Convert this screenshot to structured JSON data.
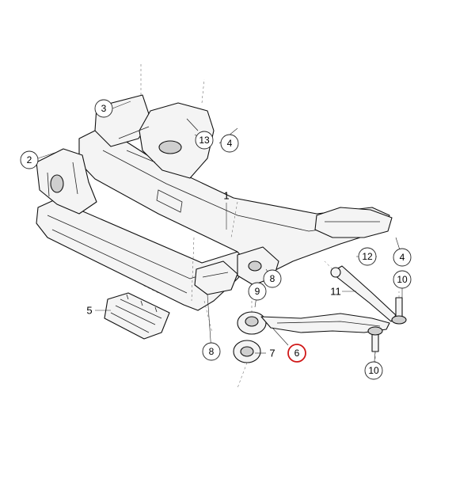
{
  "diagram": {
    "callouts": [
      {
        "id": "c3",
        "label": "3"
      },
      {
        "id": "c13",
        "label": "13"
      },
      {
        "id": "c4a",
        "label": "4"
      },
      {
        "id": "c2",
        "label": "2"
      },
      {
        "id": "c1",
        "label": "1"
      },
      {
        "id": "c12",
        "label": "12"
      },
      {
        "id": "c4b",
        "label": "4"
      },
      {
        "id": "c10a",
        "label": "10"
      },
      {
        "id": "c9",
        "label": "9"
      },
      {
        "id": "c8a",
        "label": "8"
      },
      {
        "id": "c11",
        "label": "11"
      },
      {
        "id": "c5",
        "label": "5"
      },
      {
        "id": "c7",
        "label": "7"
      },
      {
        "id": "c6",
        "label": "6",
        "highlight": true
      },
      {
        "id": "c8b",
        "label": "8"
      },
      {
        "id": "c10b",
        "label": "10"
      }
    ],
    "highlight_color": "#d01818"
  }
}
